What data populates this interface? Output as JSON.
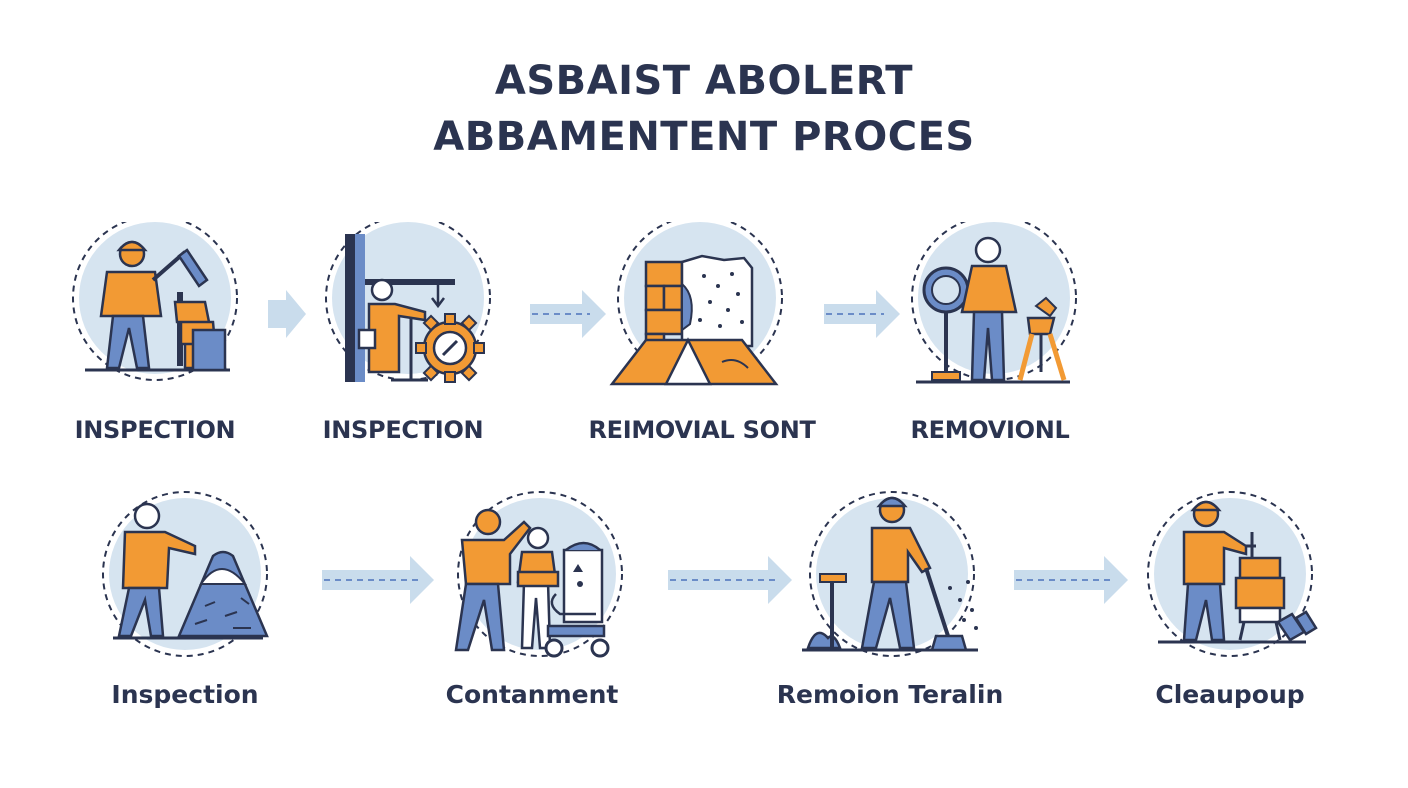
{
  "title": {
    "line1": "ASBAIST ABOLERT",
    "line2": "ABBAMENTENT PROCES"
  },
  "steps_row1": [
    {
      "label": "INSPECTION",
      "icon": "worker-with-vacuum-icon"
    },
    {
      "label": "INSPECTION",
      "icon": "worker-with-gear-icon"
    },
    {
      "label": "REIMOVIAL SONT",
      "icon": "asbestos-wall-icon"
    },
    {
      "label": "REMOVIONL",
      "icon": "worker-with-magnifier-icon"
    }
  ],
  "steps_row2": [
    {
      "label": "Inspection",
      "icon": "worker-with-debris-pile-icon"
    },
    {
      "label": "Contanment",
      "icon": "workers-with-cart-icon"
    },
    {
      "label": "Remoion Teralin",
      "icon": "worker-sweeping-icon"
    },
    {
      "label": "Cleaupoup",
      "icon": "worker-with-bin-icon"
    }
  ],
  "colors": {
    "title": "#2b3450",
    "orange": "#f29a34",
    "blue": "#6b8cc7",
    "circle_fill": "#d6e4f0",
    "arrow": "#c9dcec",
    "outline": "#2b3450"
  }
}
